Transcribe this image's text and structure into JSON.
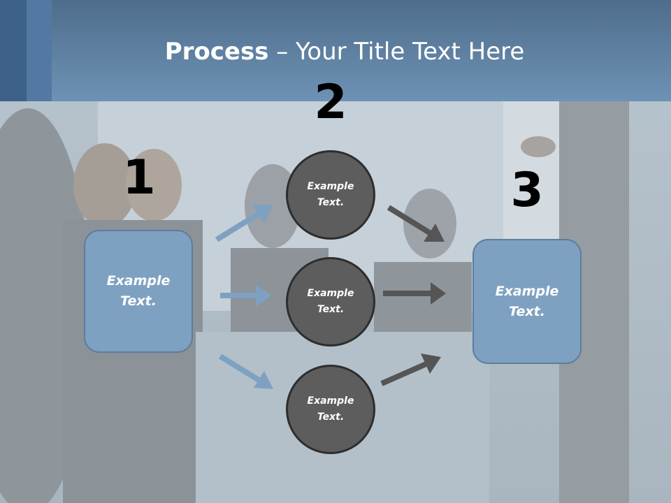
{
  "slide": {
    "title_bold": "Process",
    "title_rest": " – Your Title Text Here"
  },
  "steps": {
    "one": "1",
    "two": "2",
    "three": "3"
  },
  "boxes": {
    "left": "Example Text.",
    "right": "Example Text."
  },
  "circles": {
    "top": "Example Text.",
    "middle": "Example Text.",
    "bottom": "Example Text."
  },
  "colors": {
    "header": "#6d92b5",
    "box_fill": "#7ea1c2",
    "circle_fill": "#5d5d5d",
    "arrow_blue": "#7ea1c2",
    "arrow_gray": "#555555"
  }
}
